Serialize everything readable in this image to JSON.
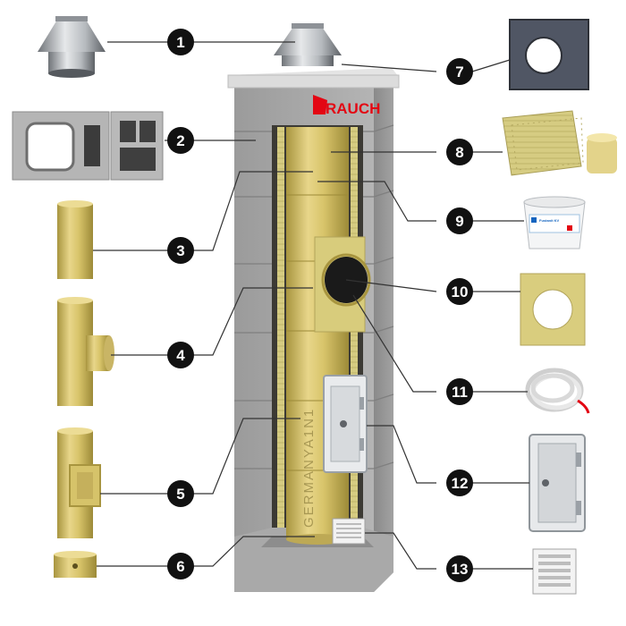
{
  "brand": {
    "name": "RAUCH"
  },
  "watermark": "GERMANYA1N1",
  "product_label": "Fustanit KV",
  "callouts": [
    {
      "number": "1"
    },
    {
      "number": "2"
    },
    {
      "number": "3"
    },
    {
      "number": "4"
    },
    {
      "number": "5"
    },
    {
      "number": "6"
    },
    {
      "number": "7"
    },
    {
      "number": "8"
    },
    {
      "number": "9"
    },
    {
      "number": "10"
    },
    {
      "number": "11"
    },
    {
      "number": "12"
    },
    {
      "number": "13"
    }
  ],
  "colors": {
    "ceramic": "#d8c46a",
    "block_gray": "#a6a6a6",
    "insulation": "#cfc37a",
    "steel": "#c0c4c8",
    "callout_dark": "#111111",
    "brand_red": "#e30613"
  }
}
